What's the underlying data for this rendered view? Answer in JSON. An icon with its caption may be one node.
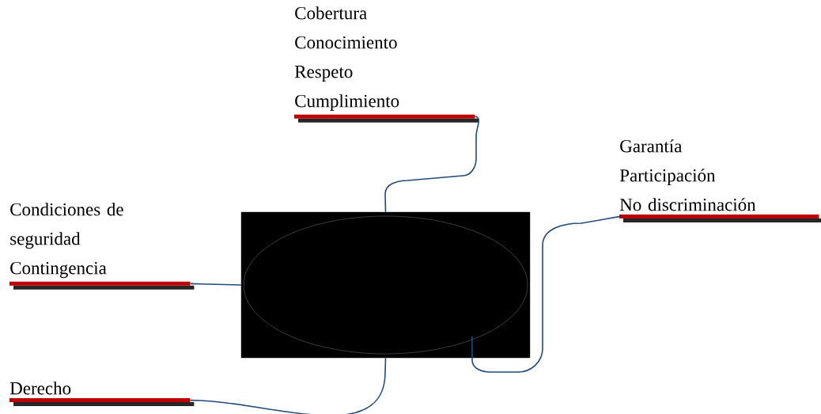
{
  "diagram": {
    "nodes": [
      {
        "text": [
          "Cobertura",
          "Conocimiento",
          "Respeto",
          "Cumplimiento"
        ]
      },
      {
        "text": [
          "Garantía",
          "Participación",
          "No discriminación"
        ]
      },
      {
        "text": [
          "Condiciones de seguridad",
          "Contingencia"
        ]
      },
      {
        "text": [],
        "shape": "box"
      },
      {
        "text": [
          "Derecho"
        ]
      }
    ],
    "edges": [
      {
        "from": 3,
        "to": 0,
        "arrow": "none"
      },
      {
        "from": 3,
        "to": 1,
        "arrow": "none"
      },
      {
        "from": 3,
        "to": 2,
        "arrow": "none"
      },
      {
        "from": 3,
        "to": 4,
        "arrow": "none"
      }
    ]
  }
}
